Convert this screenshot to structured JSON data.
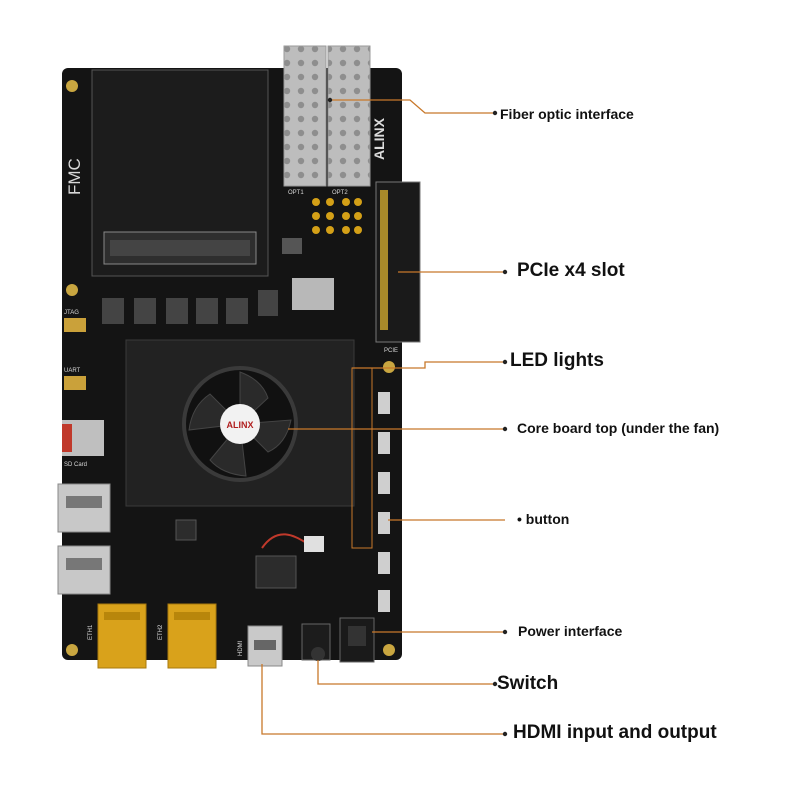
{
  "board": {
    "fmc_label": "FMC",
    "alinx_label": "ALINX",
    "fan_logo": "ALINX",
    "silk_jtag": "JTAG",
    "silk_uart": "UART",
    "silk_sdcard": "SD Card",
    "silk_pcie": "PCIE",
    "silk_opt1": "OPT1",
    "silk_opt2": "OPT2",
    "silk_eth1": "ETH1",
    "silk_eth2": "ETH2",
    "silk_hdmi": "HDMI"
  },
  "callouts": {
    "fiber": "Fiber optic interface",
    "pcie": "PCIe x4 slot",
    "led": "LED lights",
    "core": "Core board top (under the fan)",
    "button": "• button",
    "power": "Power interface",
    "switch": "Switch",
    "hdmi": "HDMI input and output"
  },
  "colors": {
    "pcb": "#141414",
    "leader": "#c8782a",
    "gold": "#d4a017",
    "silver": "#c8c8c8",
    "ethernet": "#d9a21b"
  }
}
